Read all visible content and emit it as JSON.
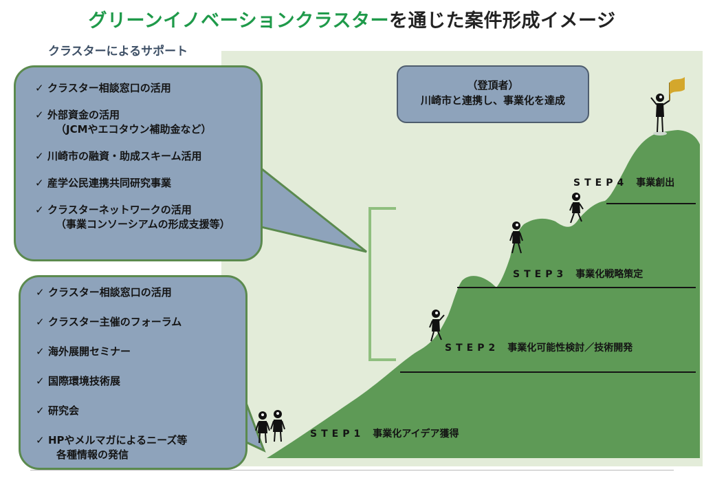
{
  "title": {
    "part1": "グリーンイノベーションクラスター",
    "part2": "を通じた案件形成イメージ"
  },
  "subtitle": "クラスターによるサポート",
  "upper_list": [
    {
      "lines": [
        "クラスター相談窓口の活用"
      ]
    },
    {
      "lines": [
        "外部資金の活用",
        "（JCMやエコタウン補助金など）"
      ]
    },
    {
      "lines": [
        "川崎市の融資・助成スキーム活用"
      ]
    },
    {
      "lines": [
        "産学公民連携共同研究事業"
      ]
    },
    {
      "lines": [
        "クラスターネットワークの活用",
        "（事業コンソーシアムの形成支援等）"
      ]
    }
  ],
  "lower_list": [
    {
      "lines": [
        "クラスター相談窓口の活用"
      ]
    },
    {
      "lines": [
        "クラスター主催のフォーラム"
      ]
    },
    {
      "lines": [
        "海外展開セミナー"
      ]
    },
    {
      "lines": [
        "国際環境技術展"
      ]
    },
    {
      "lines": [
        "研究会"
      ]
    },
    {
      "lines": [
        "HPやメルマガによるニーズ等",
        "各種情報の発信"
      ]
    }
  ],
  "check_mark": "✓",
  "summit_bubble": {
    "line1": "（登頂者）",
    "line2": "川崎市と連携し、事業化を達成"
  },
  "steps": [
    {
      "code": "STEP1",
      "label": "事業化アイデア獲得"
    },
    {
      "code": "STEP2",
      "label": "事業化可能性検討／技術開発"
    },
    {
      "code": "STEP3",
      "label": "事業化戦略策定"
    },
    {
      "code": "STEP4",
      "label": "事業創出"
    }
  ],
  "colors": {
    "title_green": "#1f9a4a",
    "mountain": "#5e9a56",
    "bubble_fill": "#8ea3bb",
    "bubble_border": "#5b8a4e",
    "background_panel": "#e3ecd9",
    "flag": "#d4a72c"
  },
  "icons": [
    "climber-figure",
    "flag-icon",
    "bracket"
  ]
}
